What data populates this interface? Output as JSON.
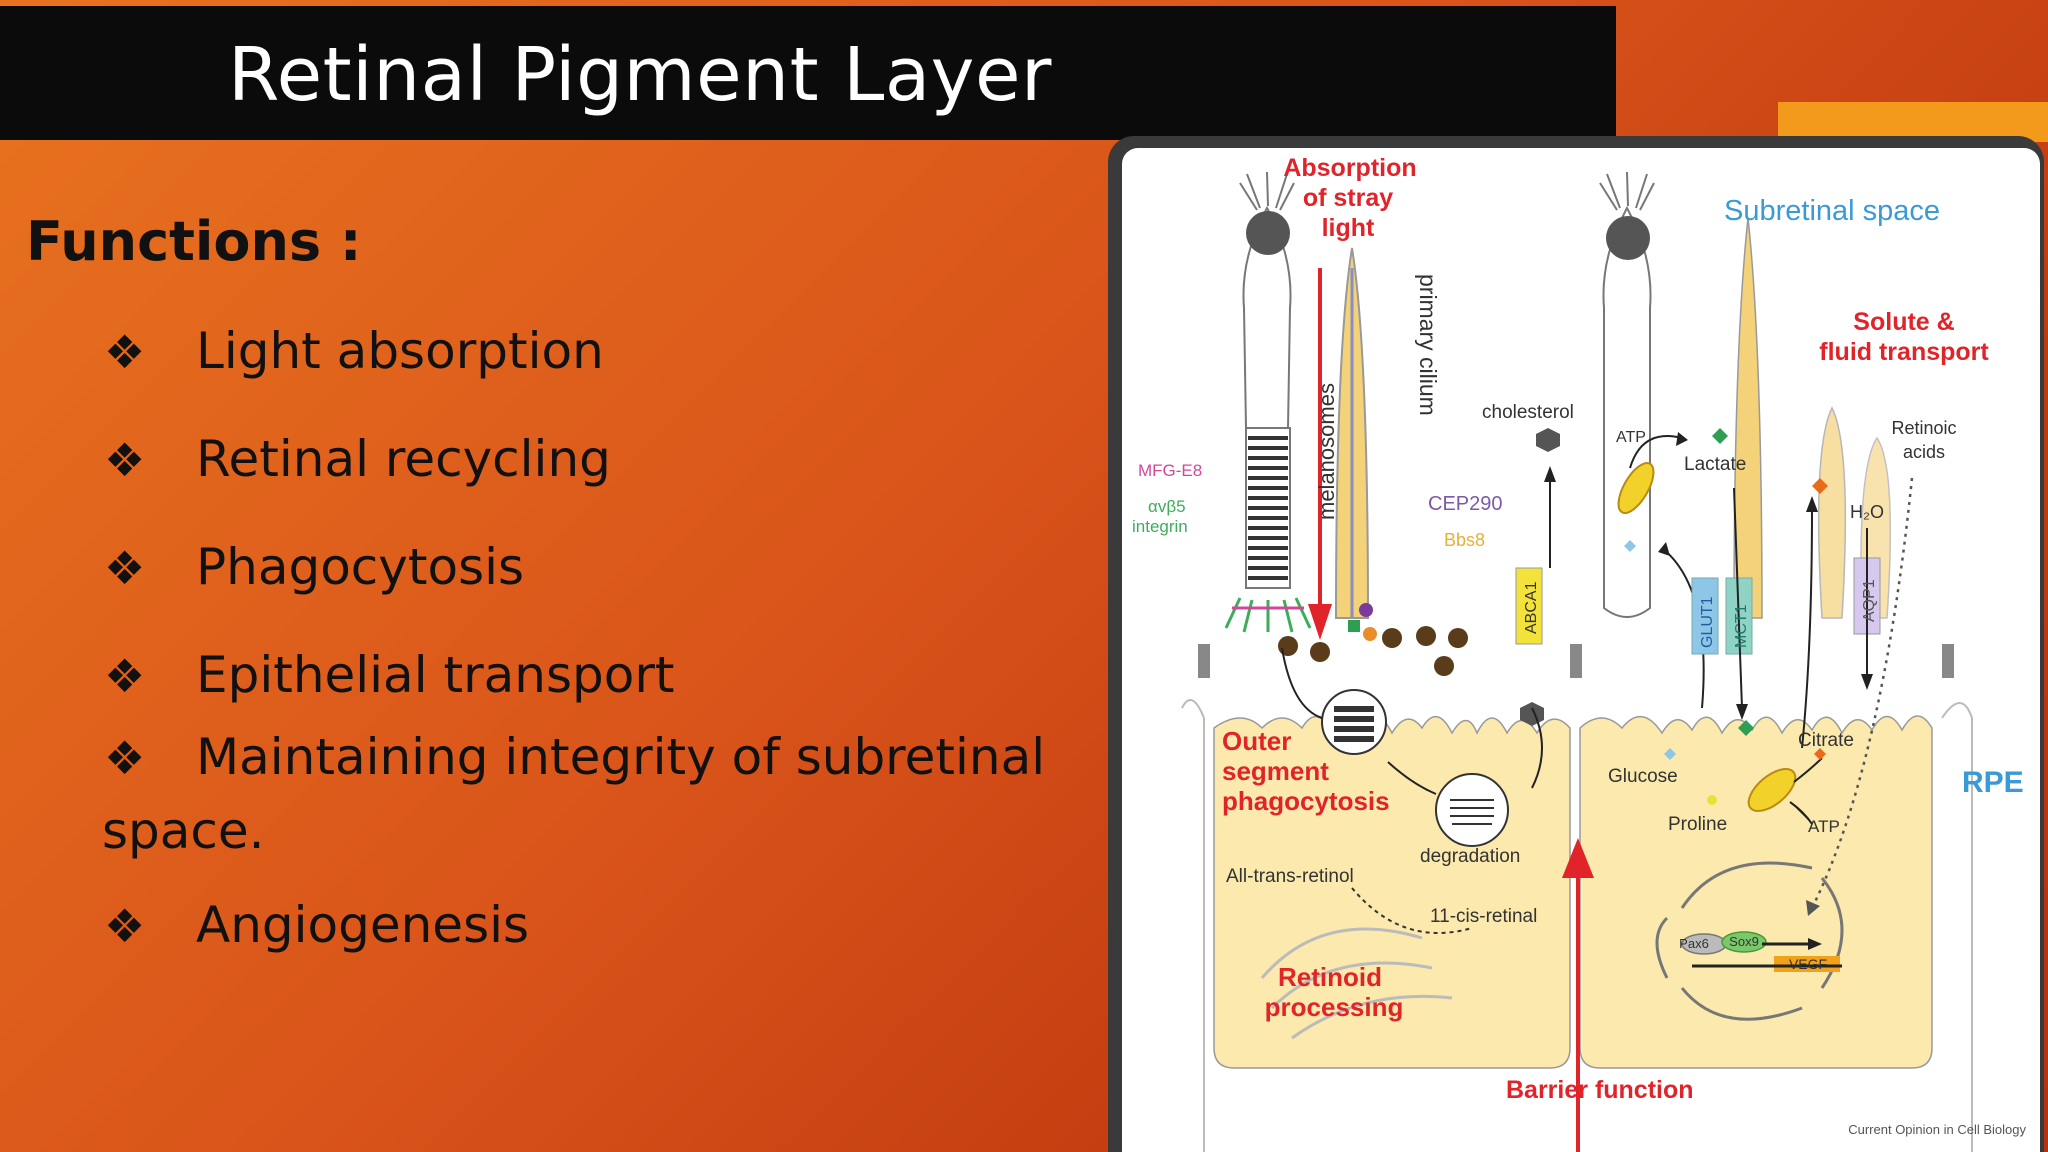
{
  "slide": {
    "title": "Retinal Pigment Layer",
    "heading": "Functions :",
    "bullet_symbol": "❖",
    "bullets": [
      "Light absorption",
      "Retinal recycling",
      "Phagocytosis",
      "Epithelial transport",
      "Maintaining  integrity of subretinal",
      "Angiogenesis"
    ],
    "bullet_continuation": "space."
  },
  "figure": {
    "absorption": [
      "Absorption",
      "of stray",
      "light"
    ],
    "subretinal_space": "Subretinal space",
    "solute": [
      "Solute &",
      "fluid transport"
    ],
    "melanosomes": "melanosomes",
    "primary_cilium": "primary cilium",
    "cholesterol": "cholesterol",
    "mfg_e8": "MFG-E8",
    "integrin": [
      "αvβ5",
      "integrin"
    ],
    "cep290": "CEP290",
    "bbs8": "Bbs8",
    "abca1": "ABCA1",
    "atp": "ATP",
    "lactate": "Lactate",
    "retinoic_acids": [
      "Retinoic",
      "acids"
    ],
    "h2o": "H₂O",
    "glut1": "GLUT1",
    "mct1": "MCT1",
    "aqp1": "AQP1",
    "outer_segment": [
      "Outer",
      "segment",
      "phagocytosis"
    ],
    "degradation": "degradation",
    "glucose": "Glucose",
    "citrate": "Citrate",
    "proline": "Proline",
    "atp2": "ATP",
    "rpe": "RPE",
    "all_trans_retinol": "All-trans-retinol",
    "cis_retinal": "11-cis-retinal",
    "retinoid": [
      "Retinoid",
      "processing"
    ],
    "pax6": "Pax6",
    "sox9": "Sox9",
    "vegf": "VEGF",
    "barrier": "Barrier function",
    "credit": "Current Opinion in Cell Biology"
  },
  "colors": {
    "red_label": "#e0242a",
    "blue_label": "#3a9ad6",
    "cell_fill": "#fbe9ad",
    "accent_orange": "#f39a1d"
  }
}
